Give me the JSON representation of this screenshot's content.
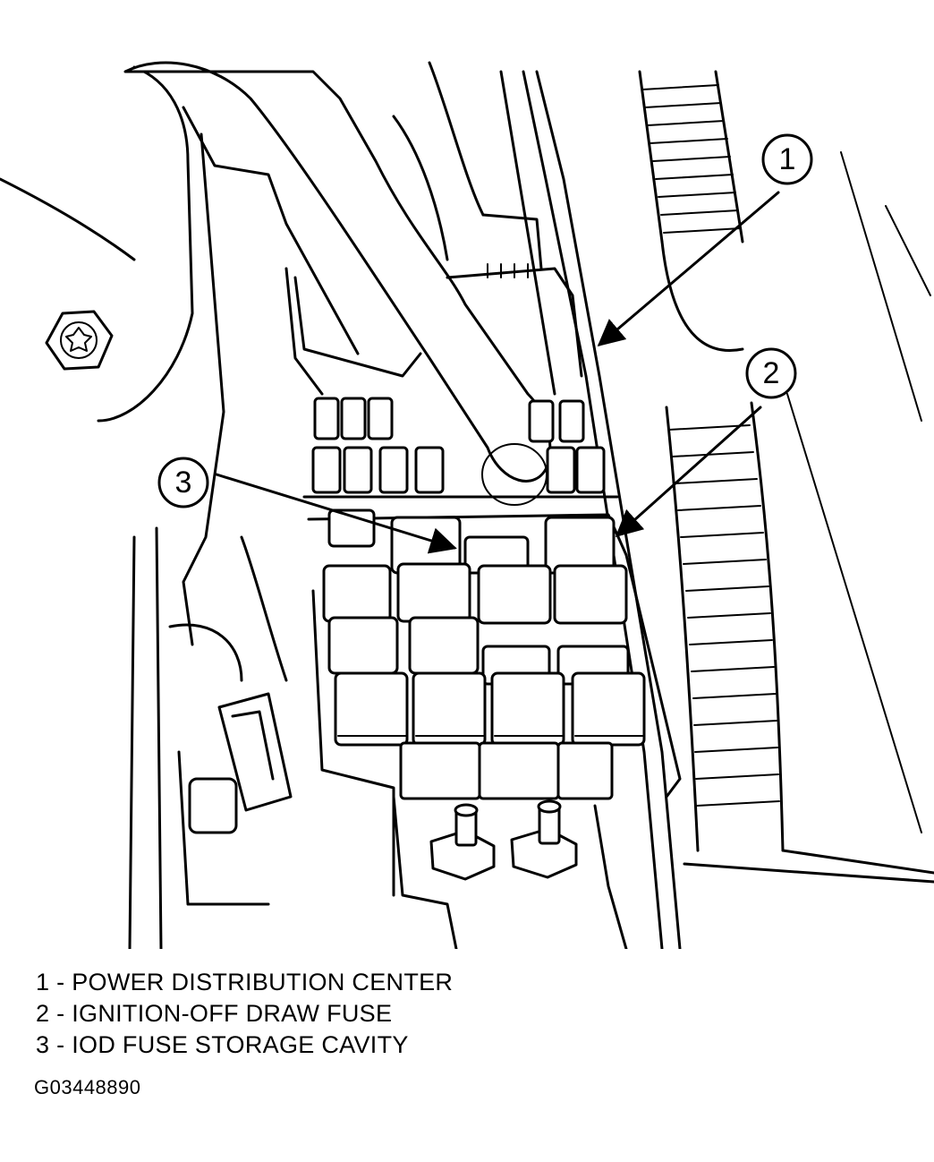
{
  "callouts": [
    {
      "number": "1"
    },
    {
      "number": "2"
    },
    {
      "number": "3"
    }
  ],
  "legend": [
    {
      "text": "1 - POWER DISTRIBUTION CENTER"
    },
    {
      "text": "2 - IGNITION-OFF DRAW FUSE"
    },
    {
      "text": "3 - IOD FUSE STORAGE CAVITY"
    }
  ],
  "figure_id": "G03448890"
}
